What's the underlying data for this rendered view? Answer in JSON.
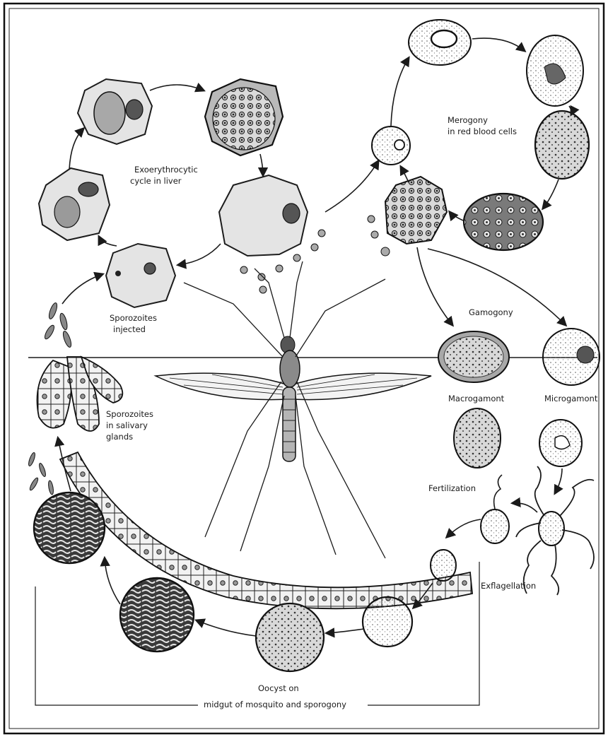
{
  "labels": {
    "exoerythrocytic_1": "Exoerythrocytic",
    "exoerythrocytic_2": "cycle in liver",
    "merogony_1": "Merogony",
    "merogony_2": "in red blood cells",
    "sporozoites_injected_1": "Sporozoites",
    "sporozoites_injected_2": "injected",
    "gamogony": "Gamogony",
    "macrogamont": "Macrogamont",
    "microgamont": "Microgamont",
    "sporozoites_salivary_1": "Sporozoites",
    "sporozoites_salivary_2": "in salivary",
    "sporozoites_salivary_3": "glands",
    "fertilization": "Fertilization",
    "exflagellation": "Exflagellation",
    "oocyst_1": "Oocyst on",
    "oocyst_2": "midgut of mosquito and sporogony"
  }
}
